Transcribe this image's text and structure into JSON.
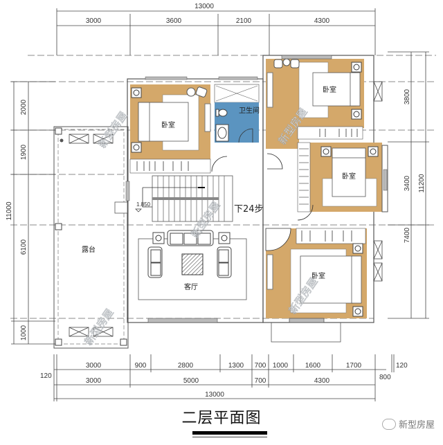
{
  "plan": {
    "title": "二层平面图",
    "brand": "新型房屋",
    "brand_icon": "wechat-icon",
    "colors": {
      "bedroom_floor": "#d4a86a",
      "bathroom_floor": "#5b94c0",
      "wall": "#555555",
      "dimension_line": "#444444"
    }
  },
  "dimensions": {
    "top": {
      "total": "13000",
      "segments": [
        "3000",
        "3600",
        "2100",
        "4300"
      ]
    },
    "left": {
      "total": "11000",
      "segments": [
        "2000",
        "1900",
        "6100",
        "1000"
      ]
    },
    "right": {
      "total": "11200",
      "segments": [
        "3800",
        "3400",
        "7400"
      ]
    },
    "bottom": {
      "row1": [
        "3000",
        "900",
        "2800",
        "1300",
        "700",
        "1000",
        "1600",
        "1700",
        "120"
      ],
      "row2": [
        "3000",
        "5000",
        "700",
        "4300"
      ],
      "left_offset": "120",
      "right_offset": "800",
      "total": "13000"
    }
  },
  "rooms": {
    "bedroom_nw": "卧室",
    "bathroom": "卫生间",
    "bedroom_ne": "卧室",
    "bedroom_e": "卧室",
    "bedroom_se": "卧室",
    "terrace": "露台",
    "living_room": "客厅"
  },
  "stairs": {
    "elevation": "1.850",
    "label": "下24步"
  },
  "watermark": "新型房屋"
}
